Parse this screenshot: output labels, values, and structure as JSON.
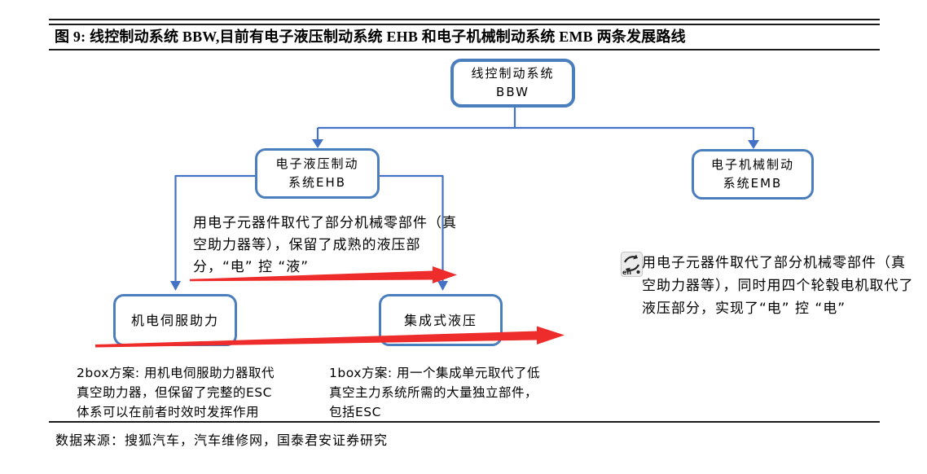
{
  "header": {
    "title": "图 9: 线控制动系统 BBW,目前有电子液压制动系统 EHB 和电子机械制动系统 EMB 两条发展路线"
  },
  "footer": {
    "source": "数据来源：搜狐汽车，汽车维修网，国泰君安证券研究"
  },
  "nodes": {
    "bbw": {
      "line1": "线控制动系统",
      "line2": "BBW"
    },
    "ehb": {
      "line1": "电子液压制动",
      "line2": "系统EHB"
    },
    "emb": {
      "line1": "电子机械制动",
      "line2": "系统EMB"
    },
    "servo": {
      "label": "机电伺服助力"
    },
    "integrated": {
      "label": "集成式液压"
    }
  },
  "notes": {
    "ehb": "用电子元器件取代了部分机械零部件（真空助力器等），保留了成熟的液压部分，“电” 控 “液”",
    "emb": "用电子元器件取代了部分机械零部件（真空助力器等），同时用四个轮毂电机取代了液压部分，实现了“电” 控 “电”",
    "servo": "2box方案: 用机电伺服助力器取代真空助力器，但保留了完整的ESC体系可以在前者时效时发挥作用",
    "integrated": "1box方案: 用一个集成单元取代了低真空主力系统所需的大量独立部件，包括ESC"
  },
  "translate_icon": {
    "label": "en"
  },
  "colors": {
    "box_border": "#4a7ebc",
    "connector_blue": "#4472c4",
    "arrow_red": "#ee2c2c",
    "text": "#000000",
    "rule": "#1a1a1a"
  }
}
